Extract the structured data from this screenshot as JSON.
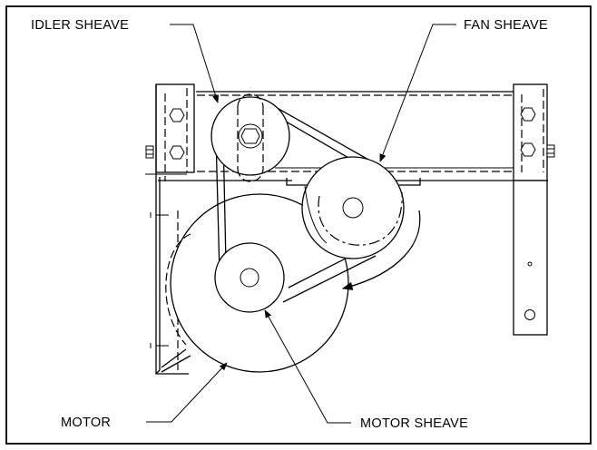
{
  "diagram": {
    "labels": {
      "idler_sheave": "IDLER SHEAVE",
      "fan_sheave": "FAN SHEAVE",
      "motor": "MOTOR",
      "motor_sheave": "MOTOR SHEAVE"
    }
  }
}
